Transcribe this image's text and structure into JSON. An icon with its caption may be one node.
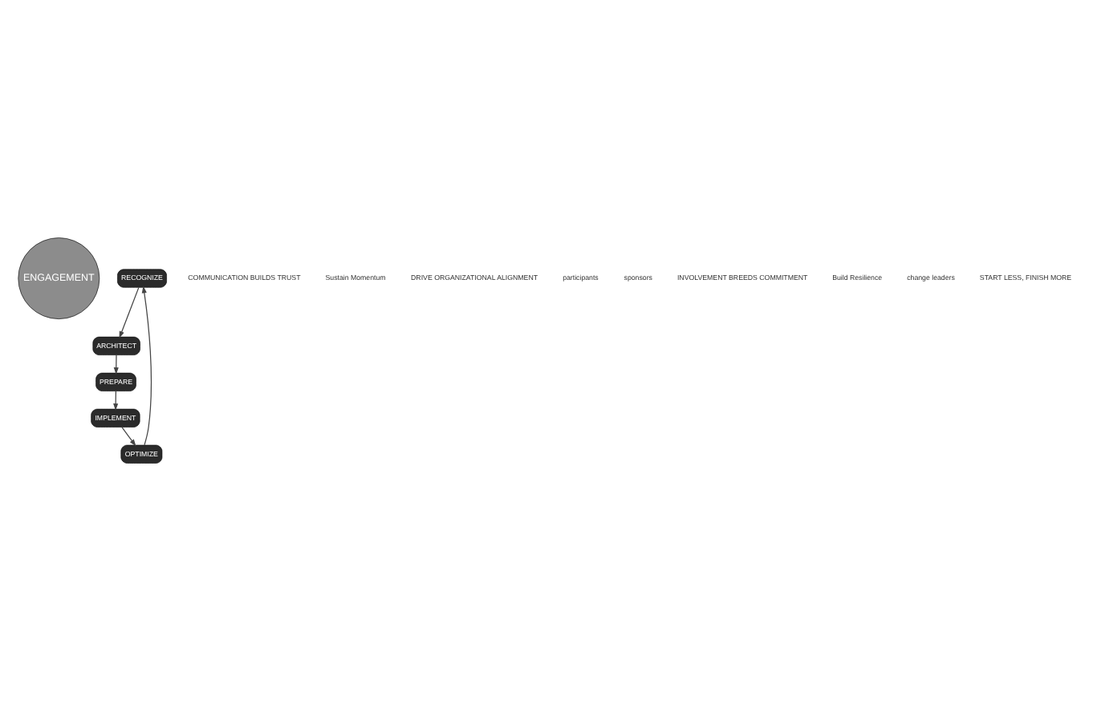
{
  "diagram": {
    "nodes": [
      {
        "text": [
          "ENGAGEMENT"
        ]
      },
      {
        "text": [
          "RECOGNIZE"
        ]
      },
      {
        "text": [
          "ARCHITECT"
        ]
      },
      {
        "text": [
          "PREPARE"
        ]
      },
      {
        "text": [
          "IMPLEMENT"
        ]
      },
      {
        "text": [
          "OPTIMIZE"
        ]
      }
    ],
    "edges": [
      {
        "from": 1,
        "to": 2,
        "arrow": "to"
      },
      {
        "from": 2,
        "to": 3,
        "arrow": "to"
      },
      {
        "from": 3,
        "to": 4,
        "arrow": "to"
      },
      {
        "from": 4,
        "to": 5,
        "arrow": "to"
      },
      {
        "from": 5,
        "to": 1,
        "arrow": "to"
      }
    ],
    "labels": [
      "COMMUNICATION BUILDS TRUST",
      "Sustain Momentum",
      "DRIVE ORGANIZATIONAL ALIGNMENT",
      "participants",
      "sponsors",
      "INVOLVEMENT BREEDS COMMITMENT",
      "Build Resilience",
      "change leaders",
      "START LESS, FINISH MORE"
    ]
  }
}
